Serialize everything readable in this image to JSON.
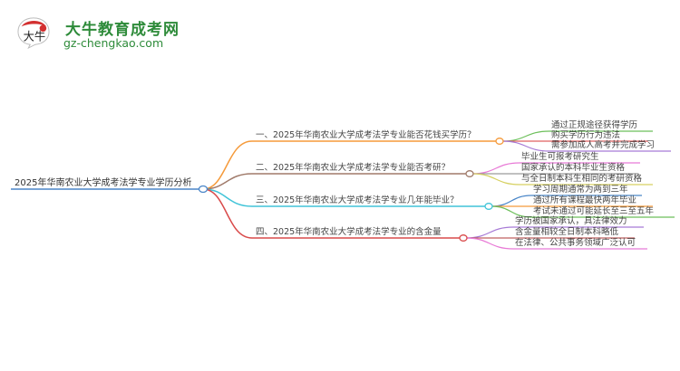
{
  "logo": {
    "title": "大牛教育成考网",
    "url": "gz-chengkao.com",
    "badge_glyph": "大牛"
  },
  "colors": {
    "logo_green": "#2e8b3a",
    "root_line": "#4a86c8",
    "branch1": "#f59a3a",
    "branch2": "#a07a6a",
    "branch3": "#40c4d8",
    "branch4": "#d94a4a"
  },
  "mindmap": {
    "root": "2025年华南农业大学成考法学专业学历分析",
    "branches": [
      {
        "label": "一、2025年华南农业大学成考法学专业能否花钱买学历？",
        "color": "#f59a3a",
        "children": [
          {
            "label": "通过正规途径获得学历",
            "color": "#6cbf5a"
          },
          {
            "label": "购买学历行为违法",
            "color": "#e06060"
          },
          {
            "label": "需参加成人高考并完成学习",
            "color": "#a77ad6"
          }
        ]
      },
      {
        "label": "二、2025年华南农业大学成考法学专业能否考研？",
        "color": "#a07a6a",
        "children": [
          {
            "label": "毕业生可报考研究生",
            "color": "#e87ad6"
          },
          {
            "label": "国家承认的本科毕业生资格",
            "color": "#9a9a9a"
          },
          {
            "label": "与全日制本科生相同的考研资格",
            "color": "#d6d060"
          }
        ]
      },
      {
        "label": "三、2025年华南农业大学成考法学专业几年能毕业？",
        "color": "#40c4d8",
        "children": [
          {
            "label": "学习周期通常为两到三年",
            "color": "#4a86c8"
          },
          {
            "label": "通过所有课程最快两年毕业",
            "color": "#f59a3a"
          },
          {
            "label": "考试未通过可能延长至三至五年",
            "color": "#6cbf5a"
          }
        ]
      },
      {
        "label": "四、2025年华南农业大学成考法学专业的含金量",
        "color": "#d94a4a",
        "children": [
          {
            "label": "学历被国家承认，具法律效力",
            "color": "#a77ad6"
          },
          {
            "label": "含金量相较全日制本科略低",
            "color": "#c06060"
          },
          {
            "label": "在法律、公共事务领域广泛认可",
            "color": "#e87ad6"
          }
        ]
      }
    ]
  }
}
